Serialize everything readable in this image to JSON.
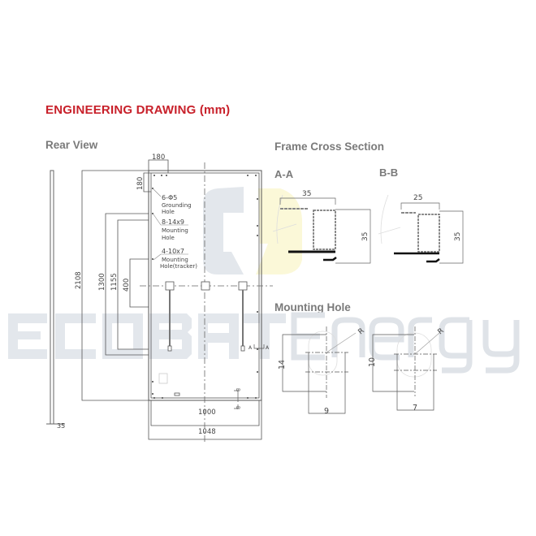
{
  "title": "ENGINEERING DRAWING (mm)",
  "colors": {
    "title": "#c8202a",
    "section": "#7a7a7a",
    "line": "#555555",
    "watermark": "#dfe3e8",
    "watermark_accent": "#fbf8d8"
  },
  "watermark": {
    "brand_bold": "ECOBAT",
    "brand_light": "Energy"
  },
  "rear_view": {
    "heading": "Rear View",
    "dims": {
      "overall_height": "2108",
      "top_corner_width": "180",
      "top_corner_height": "180",
      "mount_1300": "1300",
      "mount_1155": "1155",
      "mount_400": "400",
      "inner_width": "1000",
      "overall_width": "1048",
      "frame_depth": "35"
    },
    "callouts": [
      {
        "spec": "6-Φ5",
        "line1": "Grounding",
        "line2": "Hole"
      },
      {
        "spec": "8-14x9",
        "line1": "Mounting",
        "line2": "Hole"
      },
      {
        "spec": "4-10x7",
        "line1": "Mounting",
        "line2": "Hole(tracker)"
      }
    ],
    "section_markers": {
      "a": "A",
      "b": "B"
    }
  },
  "frame_cross_section": {
    "heading": "Frame Cross Section",
    "aa": {
      "label": "A-A",
      "width": "35",
      "height": "35"
    },
    "bb": {
      "label": "B-B",
      "width": "25",
      "height": "35"
    }
  },
  "mounting_hole": {
    "heading": "Mounting Hole",
    "hole1": {
      "height": "14",
      "width": "9",
      "radius": "R"
    },
    "hole2": {
      "height": "10",
      "width": "7",
      "radius": "R"
    }
  }
}
